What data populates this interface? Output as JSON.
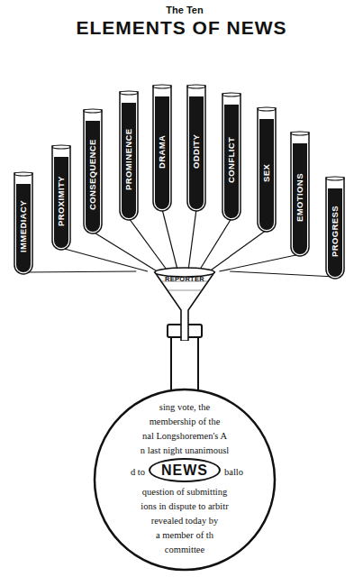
{
  "diagram": {
    "title": "ELEMENTS OF NEWS",
    "nodes": [
      {
        "text": [
          "IMMEDIACY"
        ]
      },
      {
        "text": [
          "PROXIMITY"
        ]
      },
      {
        "text": [
          "CONSEQUENCE"
        ]
      },
      {
        "text": [
          "PROMINENCE"
        ]
      },
      {
        "text": [
          "DRAMA"
        ]
      },
      {
        "text": [
          "ODDITY"
        ]
      },
      {
        "text": [
          "CONFLICT"
        ]
      },
      {
        "text": [
          "SEX"
        ]
      },
      {
        "text": [
          "EMOTIONS"
        ]
      },
      {
        "text": [
          "PROGRESS"
        ]
      },
      {
        "text": [
          "REPORTER"
        ]
      },
      {
        "text": [
          "NEWS"
        ]
      }
    ],
    "edges": [
      {
        "from": 0,
        "to": 10,
        "arrow": "none"
      },
      {
        "from": 1,
        "to": 10,
        "arrow": "none"
      },
      {
        "from": 2,
        "to": 10,
        "arrow": "none"
      },
      {
        "from": 3,
        "to": 10,
        "arrow": "none"
      },
      {
        "from": 4,
        "to": 10,
        "arrow": "none"
      },
      {
        "from": 5,
        "to": 10,
        "arrow": "none"
      },
      {
        "from": 6,
        "to": 10,
        "arrow": "none"
      },
      {
        "from": 7,
        "to": 10,
        "arrow": "none"
      },
      {
        "from": 8,
        "to": 10,
        "arrow": "none"
      },
      {
        "from": 9,
        "to": 10,
        "arrow": "none"
      }
    ],
    "labels": [
      "The Ten",
      "sing vote, the",
      "membership of the",
      "nal Longshoremen's A",
      "n last night unanimousl",
      "d to",
      "ballo",
      "question of submitting",
      "ions in dispute to arbitr",
      "revealed today by",
      "a member of th",
      "committee"
    ]
  }
}
